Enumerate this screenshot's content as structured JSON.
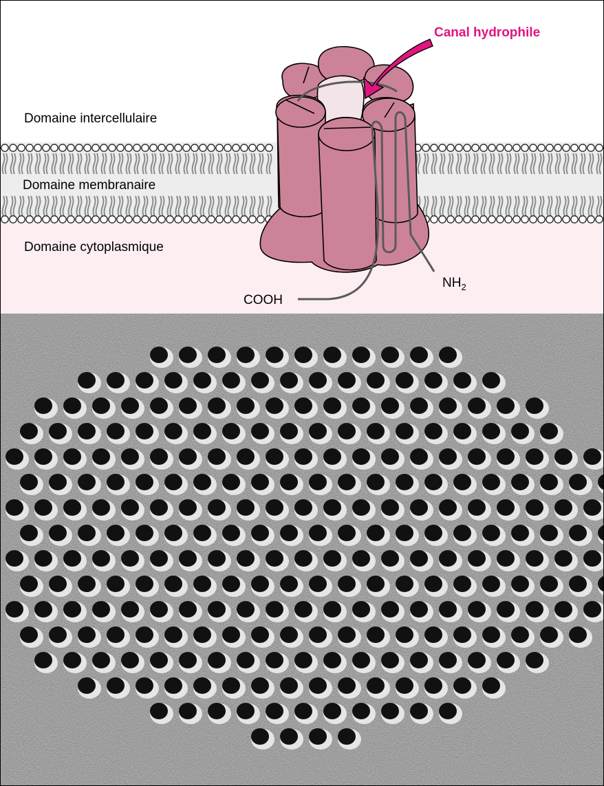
{
  "diagram": {
    "domain_extracellular": "Domaine intercellulaire",
    "domain_membrane": "Domaine membranaire",
    "domain_cytoplasmic": "Domaine cytoplasmique",
    "channel_label": "Canal hydrophile",
    "terminal_n_base": "NH",
    "terminal_n_sub": "2",
    "terminal_c": "COOH"
  },
  "colors": {
    "protein_fill": "#cc8398",
    "protein_dark": "#b36f84",
    "channel_label": "#e0157f",
    "pore": "#f3e4e9",
    "cytoplasm_bg": "#fdeef2",
    "membrane_bg": "#ededed"
  }
}
